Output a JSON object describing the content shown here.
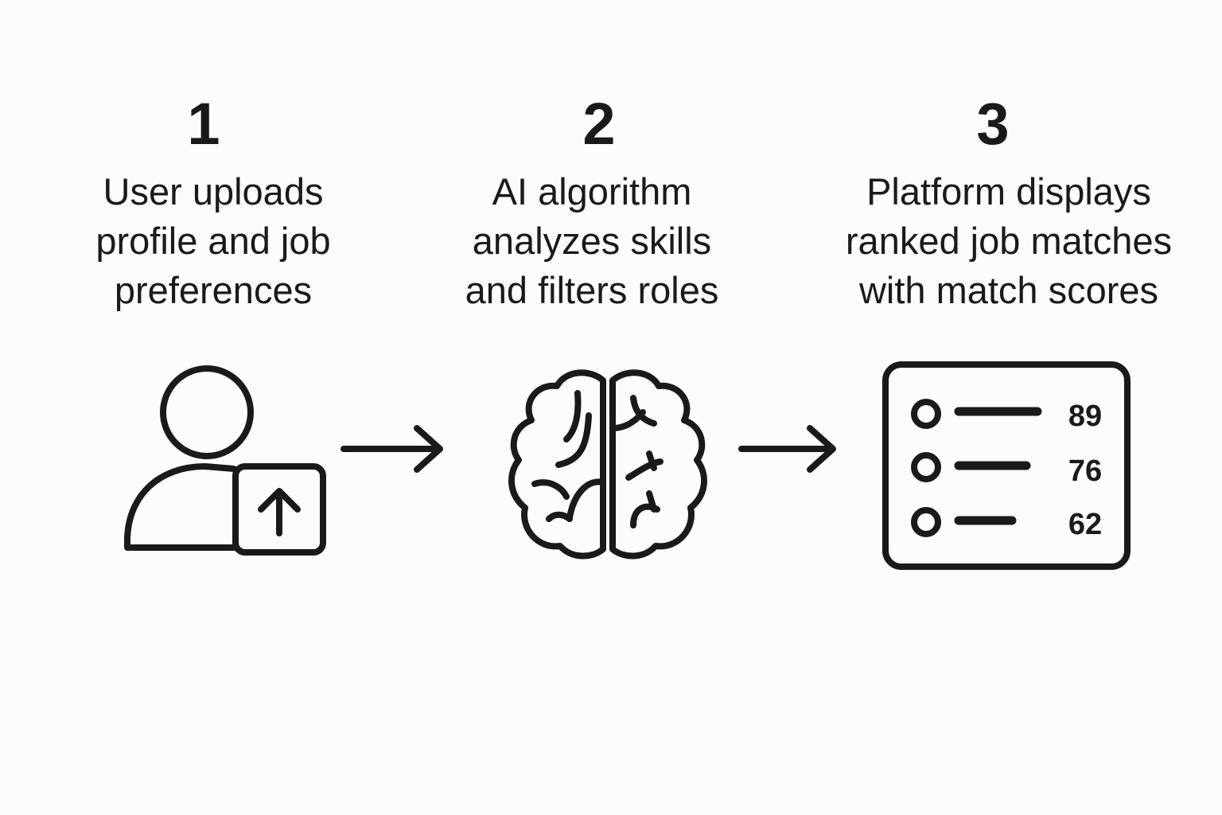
{
  "steps": [
    {
      "number": "1",
      "lines": [
        "User uploads",
        "profile and job",
        "preferences"
      ],
      "icon": "user-upload-icon"
    },
    {
      "number": "2",
      "lines": [
        "AI algorithm",
        "analyzes skills",
        "and filters roles"
      ],
      "icon": "brain-icon"
    },
    {
      "number": "3",
      "lines": [
        "Platform displays",
        "ranked job matches",
        "with match scores"
      ],
      "icon": "ranked-list-icon"
    }
  ],
  "scores": [
    "89",
    "76",
    "62"
  ],
  "colors": {
    "background": "#fcfcfb",
    "ink": "#1a1a1a"
  }
}
